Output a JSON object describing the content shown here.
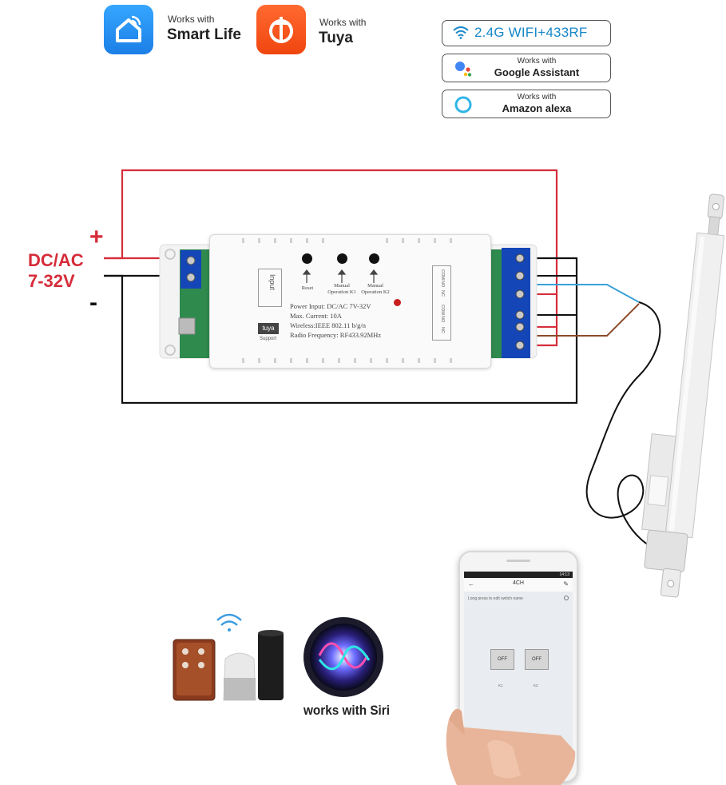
{
  "badges": {
    "smart_life": {
      "works_with": "Works with",
      "name": "Smart Life",
      "color": "#1c7fe6"
    },
    "tuya": {
      "works_with": "Works with",
      "name": "Tuya",
      "color": "#f0450f"
    },
    "wifi": {
      "text": "2.4G WIFI+433RF",
      "color": "#1687c8"
    },
    "google": {
      "works_with": "Works with",
      "name": "Google Assistant"
    },
    "alexa": {
      "works_with": "Works with",
      "name": "Amazon alexa",
      "color": "#2fb5e8"
    }
  },
  "diagram": {
    "power_label": "DC/AC",
    "voltage_label": "7-32V",
    "plus": "+",
    "minus": "-",
    "wire_colors": {
      "positive": "#d62c3a",
      "negative": "#111111",
      "blue": "#3aa0d8",
      "brown": "#8b4a2b"
    },
    "module": {
      "input_label": "Input",
      "brand": "tuya",
      "brand_sub": "Support",
      "buttons": [
        {
          "line1": "Reset",
          "line2": ""
        },
        {
          "line1": "Manual",
          "line2": "Operation K1"
        },
        {
          "line1": "Manual",
          "line2": "Operation K2"
        }
      ],
      "specs": [
        "Power Input:  DC/AC 7V-32V",
        "Max. Current:  10A",
        "Wireless:IEEE 802.11 b/g/n",
        "Radio Frequency:  RF433.92MHz"
      ],
      "side_labels": [
        "COM",
        "NO",
        "NC",
        "COM",
        "NO",
        "NC"
      ]
    }
  },
  "phone": {
    "status_time": "14:13",
    "title": "4CH",
    "hint": "Long press to edit switch name",
    "switches": [
      {
        "label": "OFF",
        "name": "K1"
      },
      {
        "label": "OFF",
        "name": "K2"
      }
    ]
  },
  "siri": {
    "text": "works with Siri"
  }
}
